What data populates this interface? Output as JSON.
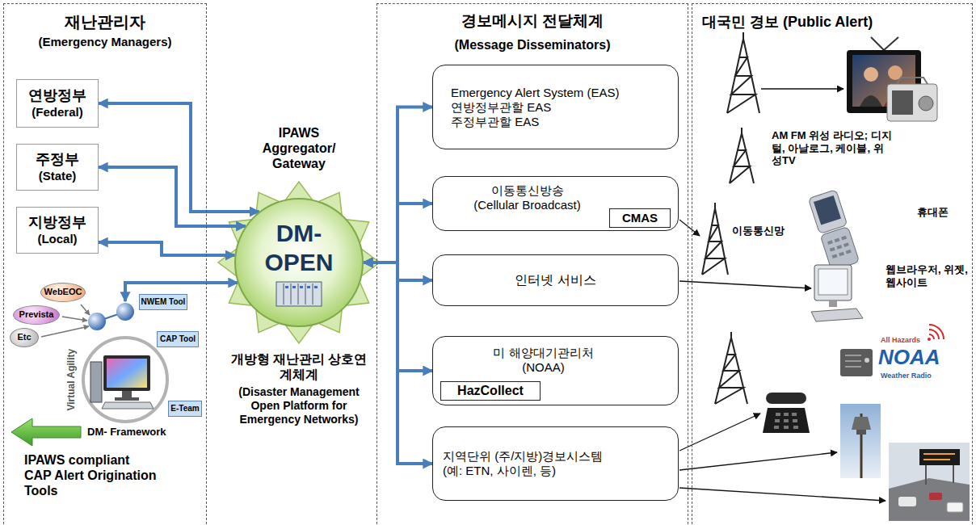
{
  "diagram": {
    "nodes": [
      {
        "text": [
          "재난관리자",
          "(Emergency Managers)"
        ]
      },
      {
        "text": [
          "연방정부",
          "(Federal)"
        ],
        "in": 0
      },
      {
        "text": [
          "주정부",
          "(State)"
        ],
        "in": 0
      },
      {
        "text": [
          "지방정부",
          "(Local)"
        ],
        "in": 0
      },
      {
        "text": [
          "WebEOC"
        ],
        "in": 0
      },
      {
        "text": [
          "Prevista"
        ],
        "in": 0
      },
      {
        "text": [
          "Etc"
        ],
        "in": 0
      },
      {
        "text": [
          "NWEM Tool"
        ],
        "in": 0
      },
      {
        "text": [
          "CAP Tool"
        ],
        "in": 0
      },
      {
        "text": [
          "E-Team"
        ],
        "in": 0
      },
      {
        "text": [
          "IPAWS Aggregator/ Gateway",
          "DM- OPEN",
          "개방형 재난관리 상호연계체계",
          "(Disaster Management Open Platform for Emergency Networks)"
        ]
      },
      {
        "text": [
          "경보메시지 전달체계",
          "(Message Disseminators)"
        ]
      },
      {
        "text": [
          "Emergency Alert System (EAS)",
          "연방정부관할 EAS",
          "주정부관할 EAS"
        ],
        "in": 11
      },
      {
        "text": [
          "이동통신방송",
          "(Cellular Broadcast)"
        ],
        "in": 11
      },
      {
        "text": [
          "CMAS"
        ],
        "in": 13
      },
      {
        "text": [
          "인터넷 서비스"
        ],
        "in": 11
      },
      {
        "text": [
          "미 해양대기관리처",
          "(NOAA)"
        ],
        "in": 11
      },
      {
        "text": [
          "HazCollect"
        ],
        "in": 16
      },
      {
        "text": [
          "지역단위 (주/지방)경보시스템",
          "(예: ETN, 사이렌, 등)"
        ],
        "in": 11
      },
      {
        "text": [
          "대국민 경보 (Public Alert)"
        ]
      }
    ],
    "edges": [
      {
        "from": 1,
        "to": 10,
        "arrow": "both"
      },
      {
        "from": 2,
        "to": 10,
        "arrow": "both"
      },
      {
        "from": 3,
        "to": 10,
        "arrow": "both"
      },
      {
        "from": 10,
        "to": 12,
        "arrow": "both"
      },
      {
        "from": 10,
        "to": 13,
        "arrow": "both"
      },
      {
        "from": 10,
        "to": 15,
        "arrow": "both"
      },
      {
        "from": 10,
        "to": 16,
        "arrow": "both"
      },
      {
        "from": 10,
        "to": 18,
        "arrow": "both"
      }
    ],
    "labels": [
      "Virtual Agility",
      "DM- Framework",
      "IPAWS compliant CAP Alert Origination Tools",
      "AM FM 위성 라디오; 디지털, 아날로그, 케이블, 위성TV",
      "이동통신망",
      "휴대폰",
      "웹브라우저, 위젯, 웹사이트",
      "All Hazards",
      "NOAA",
      "Weather Radio"
    ]
  }
}
